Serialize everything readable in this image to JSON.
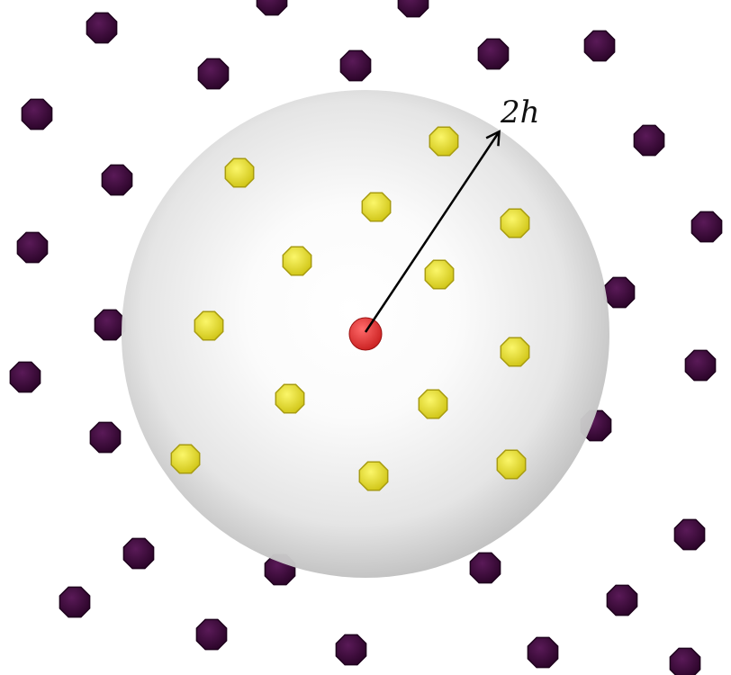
{
  "colors": {
    "background": "#ffffff",
    "sphere_light": "#ffffff",
    "sphere_mid": "#e4e4e4",
    "sphere_dark": "#a9a9a9",
    "outer_particle": "#3c0a3a",
    "neighbor_particle": "#e8e23a",
    "center_particle": "#e03a3a",
    "arrow": "#000000"
  },
  "diagram": {
    "radius_label": "2h",
    "icons": {
      "outer": "dark-particle-octagon",
      "neighbor": "yellow-particle-octagon",
      "center": "red-particle-circle"
    }
  }
}
